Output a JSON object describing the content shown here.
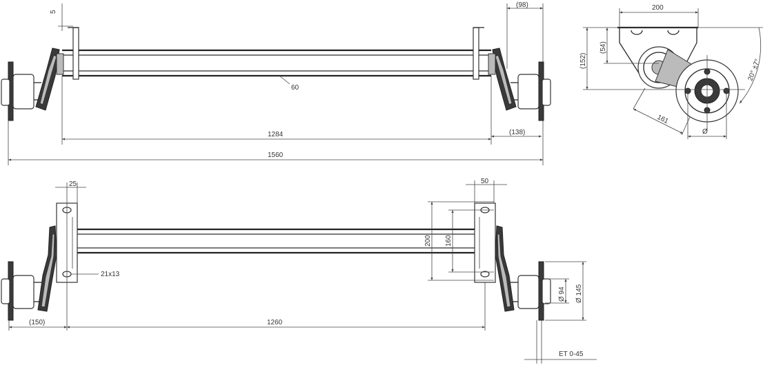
{
  "drawing": {
    "top_view": {
      "dim_plate_thickness": "5",
      "dim_hub_offset": "(98)",
      "dim_tube": "60",
      "dim_bracket_spacing": "1284",
      "dim_end": "(138)",
      "dim_overall": "1560"
    },
    "side_view": {
      "dim_plate_width": "200",
      "dim_arm_height": "(54)",
      "dim_total_height": "(152)",
      "dim_arm_length": "161",
      "dim_angle": "20° ±7°",
      "dim_bolt_circle": "Ø"
    },
    "bottom_view": {
      "dim_plate_left": "25",
      "dim_plate_right": "50",
      "dim_hole_spacing_outer": "200",
      "dim_hole_spacing_inner": "160",
      "dim_holes": "21x13",
      "dim_end": "(150)",
      "dim_bracket_spacing": "1260",
      "dim_hub_inner": "Ø 94",
      "dim_hub_outer": "Ø 145",
      "dim_offset": "ET 0-45"
    }
  }
}
